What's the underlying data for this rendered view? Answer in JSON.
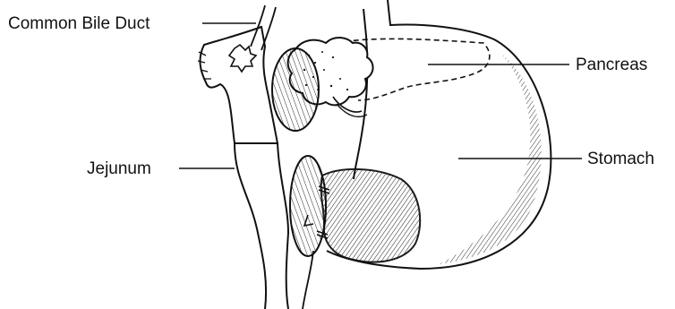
{
  "labels": {
    "common_bile_duct": "Common Bile Duct",
    "pancreas": "Pancreas",
    "jejunum": "Jejunum",
    "stomach": "Stomach"
  },
  "colors": {
    "ink": "#111111",
    "background": "#ffffff"
  }
}
